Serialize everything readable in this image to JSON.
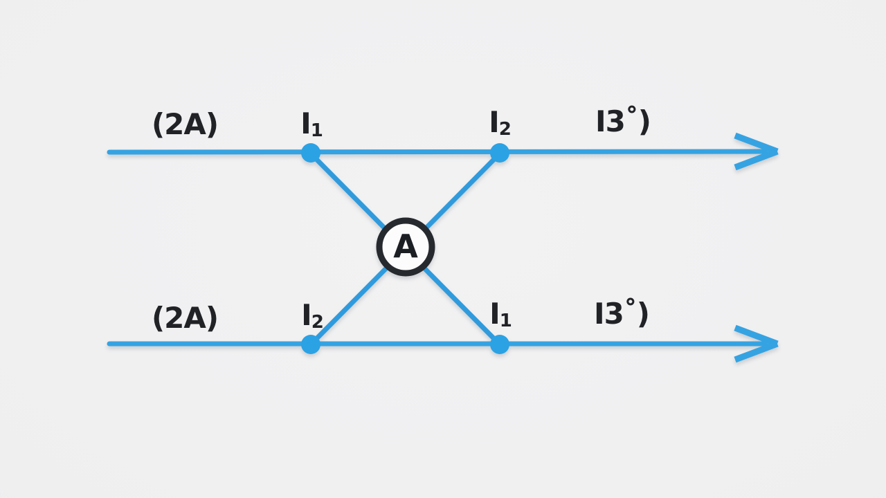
{
  "diagram": {
    "type": "current-junction-ammeter-diagram",
    "meter": {
      "letter": "A"
    },
    "labels": {
      "top": {
        "source_value": "(2A)",
        "in_current": {
          "base": "I",
          "sub": "1"
        },
        "out_current": {
          "base": "I",
          "sub": "2"
        },
        "out_value": {
          "pre": "I3",
          "mark": "˚",
          "post": ")"
        }
      },
      "bottom": {
        "source_value": "(2A)",
        "in_current": {
          "base": "I",
          "sub": "2"
        },
        "out_current": {
          "base": "I",
          "sub": "1"
        },
        "out_value": {
          "pre": "I3",
          "mark": "˚",
          "post": ")"
        }
      }
    },
    "colors": {
      "wire": "#35a3e2",
      "junction_dot": "#2ba2e4",
      "meter_ring": "#26292e",
      "meter_fill": "#fcfcfd",
      "text": "#202226",
      "background": "#efeff0"
    }
  }
}
